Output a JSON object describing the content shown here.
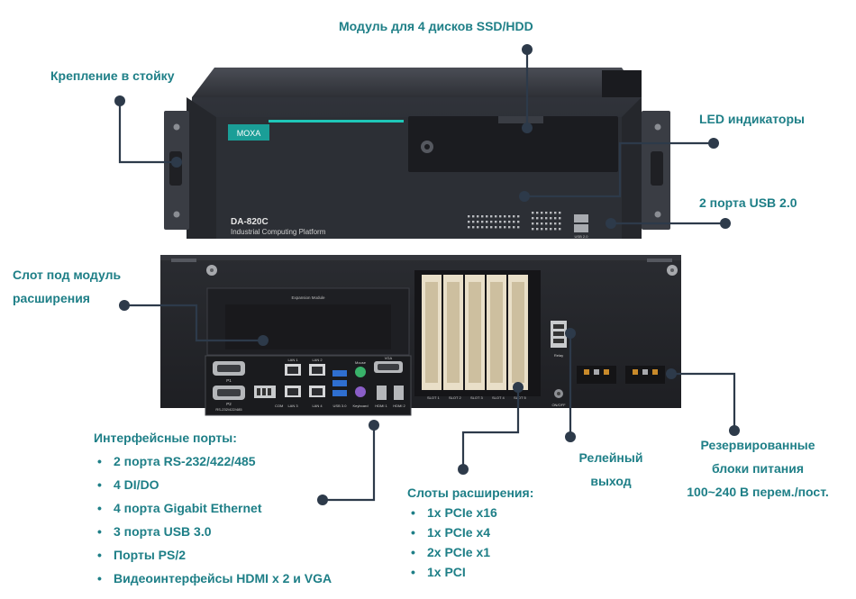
{
  "product": {
    "brand": "MOXA",
    "model": "DA-820C",
    "subtitle": "Industrial Computing Platform",
    "expansion_module_text": "Expansion Module",
    "ports": {
      "p1": "P1",
      "p2": "P2",
      "rs": "RS-232/422/485",
      "com": "COM",
      "lan1": "LAN 1",
      "lan2": "LAN 2",
      "lan3": "LAN 3",
      "lan4": "LAN 4",
      "usb30": "USB 3.0",
      "mouse": "Mouse",
      "keyboard": "Keyboard",
      "vga": "VGA",
      "hdmi1": "HDMI 1",
      "hdmi2": "HDMI 2",
      "slot1": "SLOT 1",
      "slot2": "SLOT 2",
      "slot3": "SLOT 3",
      "slot4": "SLOT 4",
      "slot5": "SLOT 5",
      "relay": "Relay",
      "onoff": "ON/OFF",
      "usb20": "USB 2.0"
    }
  },
  "callouts": {
    "rack_mount": "Крепление в стойку",
    "disk_module": "Модуль для 4 дисков SSD/HDD",
    "led": "LED индикаторы",
    "usb2": "2 порта USB 2.0",
    "expansion_slot": {
      "line1": "Слот под модуль",
      "line2": "расширения"
    },
    "interfaces": {
      "title": "Интерфейсные порты:",
      "items": [
        "2 порта RS-232/422/485",
        "4 DI/DO",
        "4 порта Gigabit Ethernet",
        "3 порта USB 3.0",
        "Порты PS/2",
        "Видеоинтерфейсы HDMI x 2 и VGA"
      ]
    },
    "slots": {
      "title": "Слоты расширения:",
      "items": [
        "1x PCIe x16",
        "1x PCIe x4",
        "2x PCIe x1",
        "1x PCI"
      ]
    },
    "relay": {
      "line1": "Релейный",
      "line2": "выход"
    },
    "power": {
      "line1": "Резервированные",
      "line2": "блоки питания",
      "line3": "100~240 В перем./пост."
    }
  },
  "colors": {
    "accent": "#1e7f87",
    "chassis": "#2b2d33",
    "chassis_dark": "#1c1d21",
    "leader": "#2d3a4a",
    "card_slot": "#e9dfc8"
  }
}
